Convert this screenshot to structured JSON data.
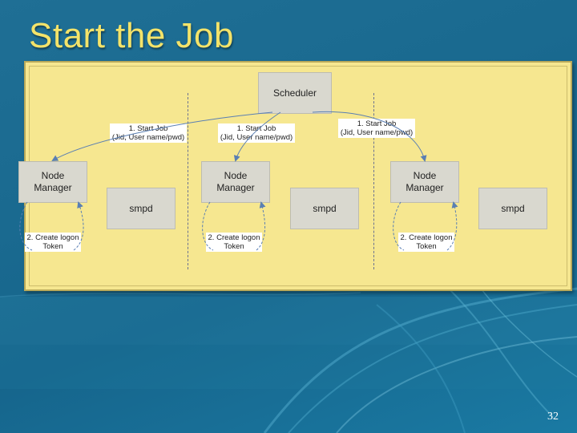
{
  "slide": {
    "title": "Start the Job",
    "page_number": "32"
  },
  "diagram": {
    "scheduler": "Scheduler",
    "nodes": [
      {
        "manager_label_line1": "Node",
        "manager_label_line2": "Manager",
        "smpd_label": "smpd",
        "start_job_line1": "1. Start Job",
        "start_job_line2": "(Jid, User name/pwd)",
        "create_token_line1": "2. Create logon",
        "create_token_line2": "Token"
      },
      {
        "manager_label_line1": "Node",
        "manager_label_line2": "Manager",
        "smpd_label": "smpd",
        "start_job_line1": "1. Start Job",
        "start_job_line2": "(Jid, User name/pwd)",
        "create_token_line1": "2. Create logon",
        "create_token_line2": "Token"
      },
      {
        "manager_label_line1": "Node",
        "manager_label_line2": "Manager",
        "smpd_label": "smpd",
        "start_job_line1": "1. Start Job",
        "start_job_line2": "(Jid, User name/pwd)",
        "create_token_line1": "2. Create logon",
        "create_token_line2": "Token"
      }
    ]
  },
  "colors": {
    "title": "#f3e36a",
    "panel": "#f6e790",
    "box": "#d9d8cf",
    "arrow": "#5a7fb3"
  }
}
